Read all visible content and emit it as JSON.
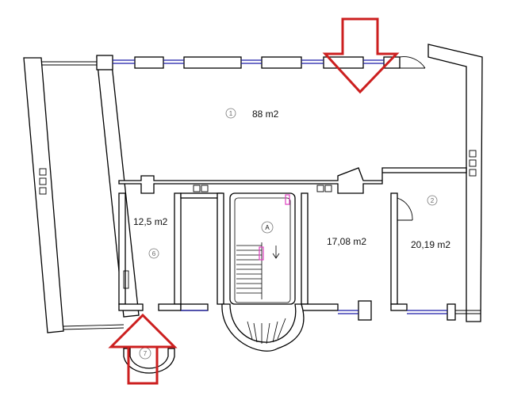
{
  "rooms": [
    {
      "id": "room-1",
      "number": "1",
      "area": "88 m2"
    },
    {
      "id": "room-2",
      "number": "2",
      "area": "20,19 m2"
    },
    {
      "id": "room-3",
      "number": "",
      "area": "17,08 m2"
    },
    {
      "id": "room-6",
      "number": "6",
      "area": "12,5 m2"
    },
    {
      "id": "room-7",
      "number": "7",
      "area": ""
    }
  ],
  "staircase_label": "A",
  "colors": {
    "wall": "#000000",
    "window": "#1a1aa8",
    "entrance_arrow": "#cc1f1f",
    "marker": "#e040c0"
  },
  "icons": [
    "entrance-arrow-icon",
    "ventilation-icon",
    "door-swing-icon",
    "staircase-icon"
  ]
}
